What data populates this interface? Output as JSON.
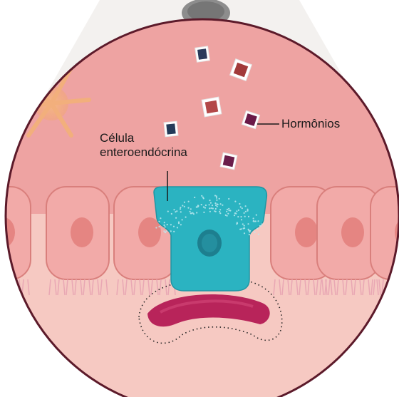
{
  "labels": {
    "cell_line1": "Célula",
    "cell_line2": "enteroendócrina",
    "hormones": "Hormônios"
  },
  "colors": {
    "lumen_pink": "#eea3a2",
    "background_cell": "#f2aaa8",
    "enteroendocrine_cell": "#2bb3c1",
    "nerve_fiber": "#b8245a",
    "outline": "#5c1a2a",
    "cone": "#f3f1ef"
  }
}
